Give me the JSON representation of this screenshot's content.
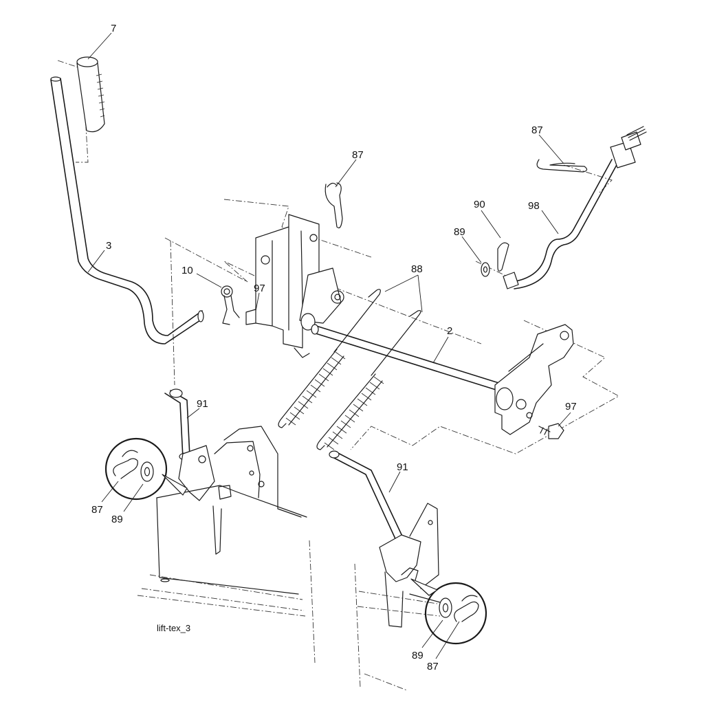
{
  "diagram": {
    "caption": "lift-tex_3",
    "callouts": {
      "lever_grip": "7",
      "lift_lever": "3",
      "spring_10": "10",
      "bolt_97_left": "97",
      "clip_87_top": "87",
      "clip_87_right": "87",
      "clip_90": "90",
      "washer_89_right": "89",
      "rod_98": "98",
      "springs_88": "88",
      "shaft_2": "2",
      "bolt_97_right": "97",
      "link_91_left": "91",
      "link_91_right": "91",
      "detail_left_87": "87",
      "detail_left_89": "89",
      "detail_right_89": "89",
      "detail_right_87": "87"
    }
  }
}
